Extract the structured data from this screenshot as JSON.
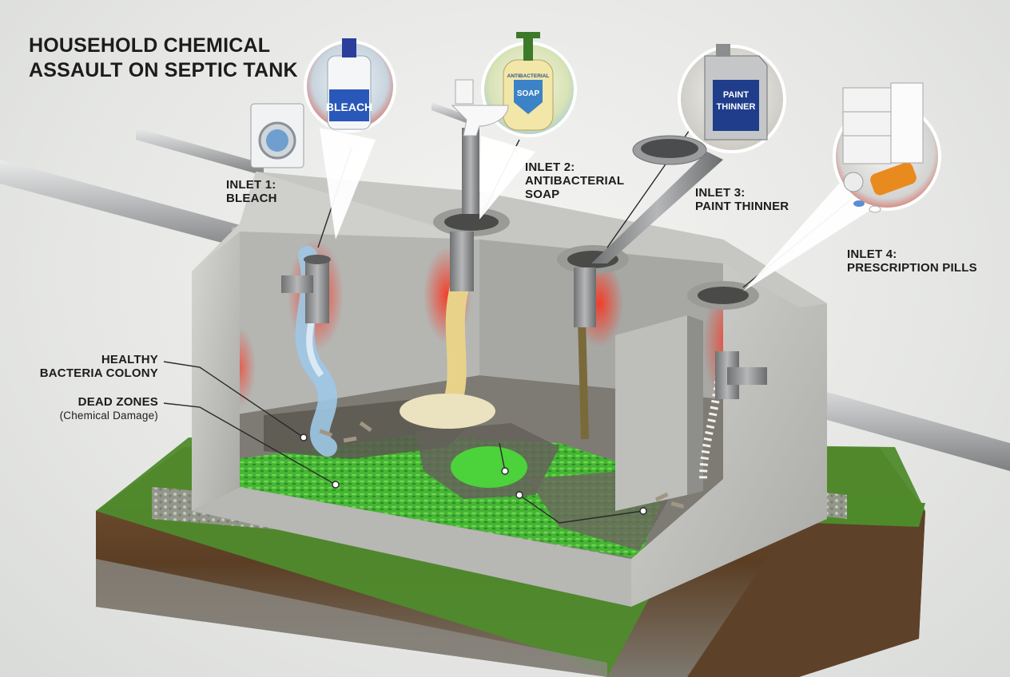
{
  "title": {
    "line1": "HOUSEHOLD CHEMICAL",
    "line2": "ASSAULT ON SEPTIC TANK"
  },
  "inlets": [
    {
      "line1": "INLET 1:",
      "line2": "BLEACH",
      "product_label": "BLEACH",
      "icon": "washing-machine-icon",
      "color": "#9fc8e6"
    },
    {
      "line1": "INLET 2:",
      "line2": "ANTIBACTERIAL",
      "line3": "SOAP",
      "product_label": "SOAP",
      "product_sublabel": "ANTIBACTERIAL",
      "icon": "toilet-icon",
      "color": "#e8d28a"
    },
    {
      "line1": "INLET 3:",
      "line2": "PAINT THINNER",
      "product_label_1": "PAINT",
      "product_label_2": "THINNER",
      "icon": "floor-drain-icon",
      "color": "#7a6a3a"
    },
    {
      "line1": "INLET 4:",
      "line2": "PRESCRIPTION PILLS",
      "icon": "medicine-cabinet-icon",
      "color": "#e08a1e"
    }
  ],
  "callouts": {
    "healthy": {
      "line1": "HEALTHY",
      "line2": "BACTERIA COLONY",
      "color": "#4cc43a"
    },
    "dead": {
      "line1": "DEAD ZONES",
      "line2": "(Chemical Damage)",
      "color": "#6b665e"
    }
  },
  "colors": {
    "concrete": "#c9c9c6",
    "damage_glow": "#e02a1e",
    "bacteria": "#46b535",
    "soil": "#6e4b2c",
    "grass": "#4d8a2a"
  }
}
